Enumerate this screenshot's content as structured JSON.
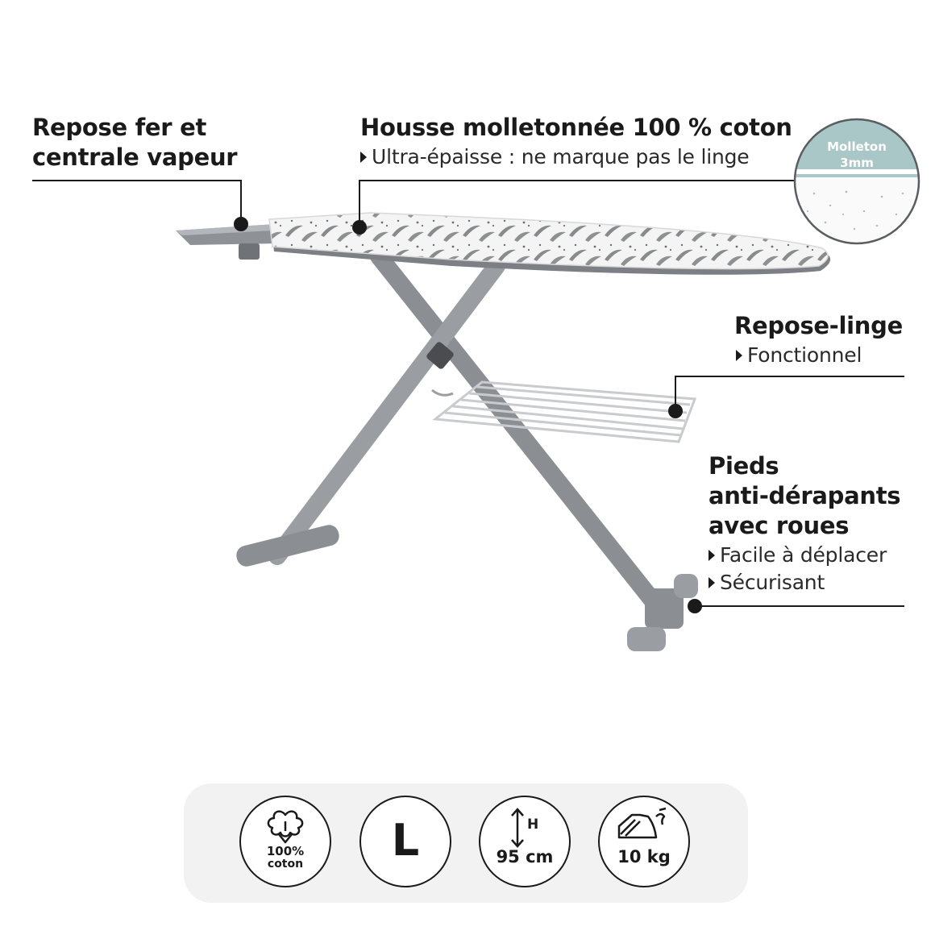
{
  "callouts": {
    "iron_rest": {
      "title_line1": "Repose fer et",
      "title_line2": "centrale vapeur"
    },
    "cover": {
      "title": "Housse molletonnée 100 % coton",
      "sub": "Ultra-épaisse : ne marque pas le linge"
    },
    "linen_rest": {
      "title": "Repose-linge",
      "sub": "Fonctionnel"
    },
    "feet": {
      "title_line1": "Pieds",
      "title_line2": "anti-dérapants",
      "title_line3": "avec roues",
      "sub1": "Facile à déplacer",
      "sub2": "Sécurisant"
    }
  },
  "inset": {
    "line1": "Molleton",
    "line2": "3mm"
  },
  "badges": {
    "cotton": {
      "line1": "100%",
      "line2": "coton",
      "icon": "cotton-flower-icon"
    },
    "size": {
      "letter": "L",
      "icon": "size-letter-icon"
    },
    "height": {
      "value": "95 cm",
      "letter": "H",
      "icon": "height-arrow-icon"
    },
    "weight": {
      "value": "10 kg",
      "icon": "iron-weight-icon"
    }
  },
  "colors": {
    "frame": "#8b8e93",
    "tray": "#9a9da2",
    "line": "#1a1a1a",
    "inset_band": "#a9c7c6"
  }
}
